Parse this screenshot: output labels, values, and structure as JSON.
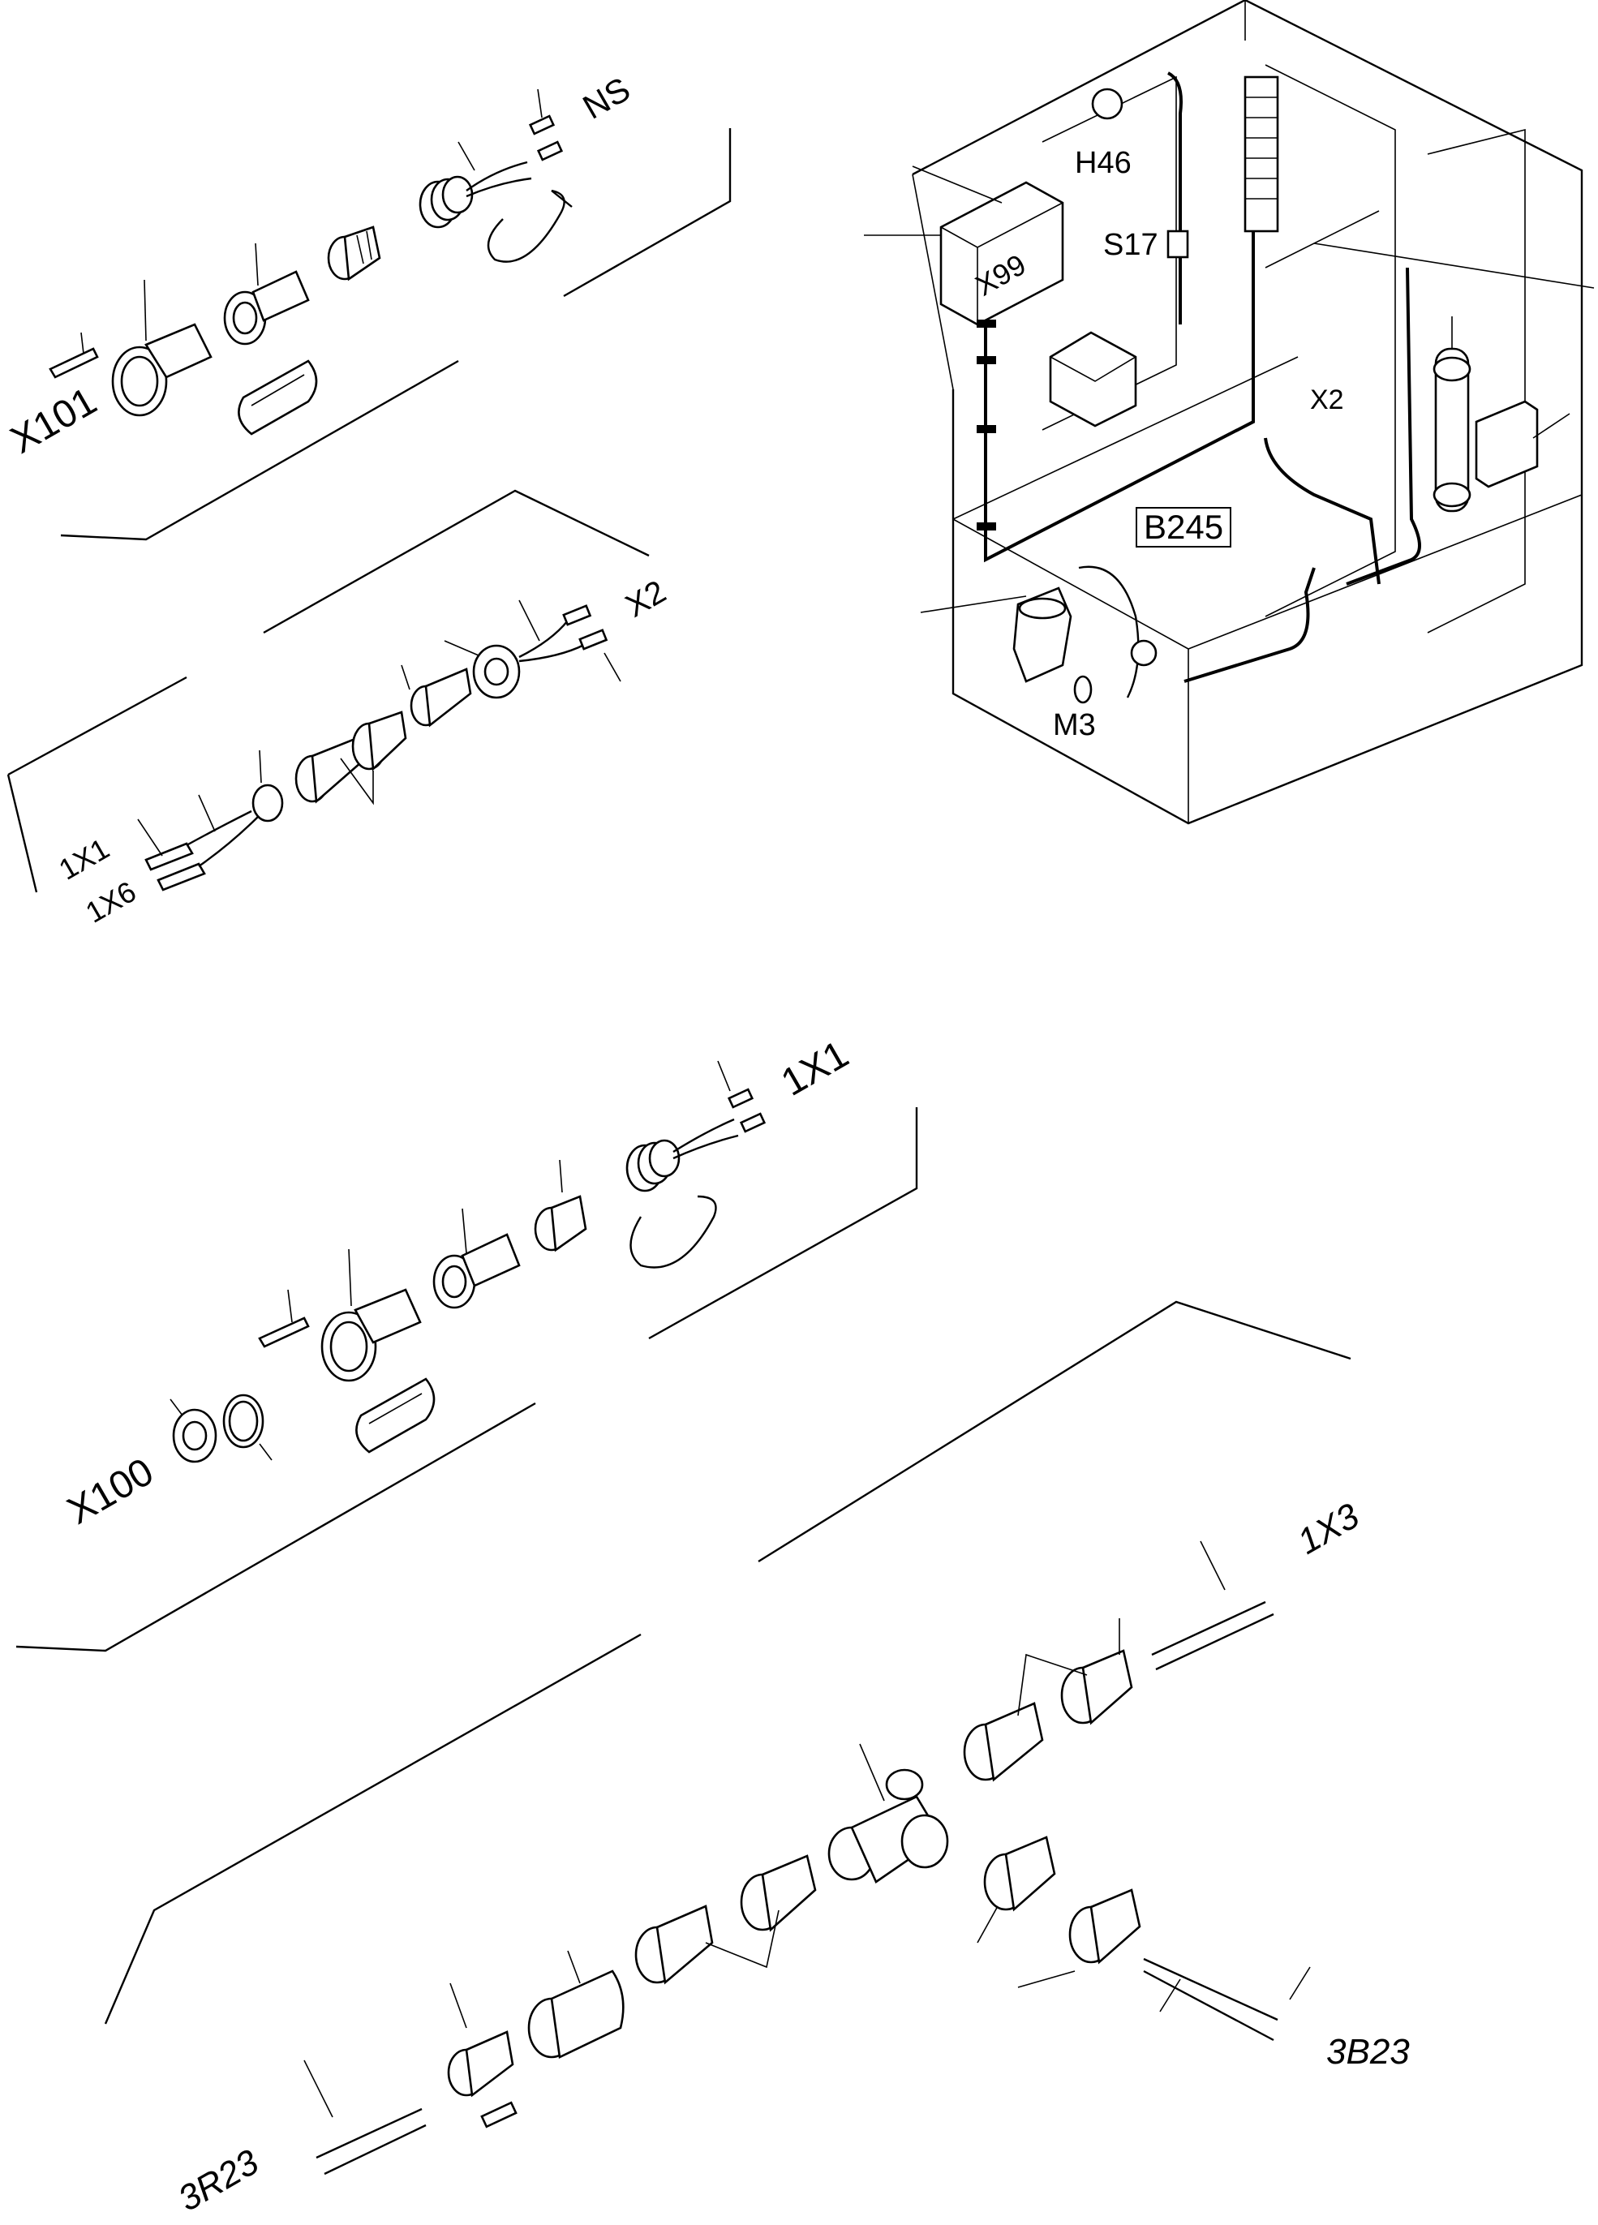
{
  "labels": {
    "x101": "X101",
    "ns": "NS",
    "x2_connector": "X2",
    "c1x1_a": "1X1",
    "c1x6": "1X6",
    "x99": "X99",
    "h46": "H46",
    "s17": "S17",
    "x2_cabinet": "X2",
    "b245": "B245",
    "m3": "M3",
    "c1x1_b": "1X1",
    "x100": "X100",
    "c1x3": "1X3",
    "b3b23": "3B23",
    "r3r23": "3R23"
  }
}
